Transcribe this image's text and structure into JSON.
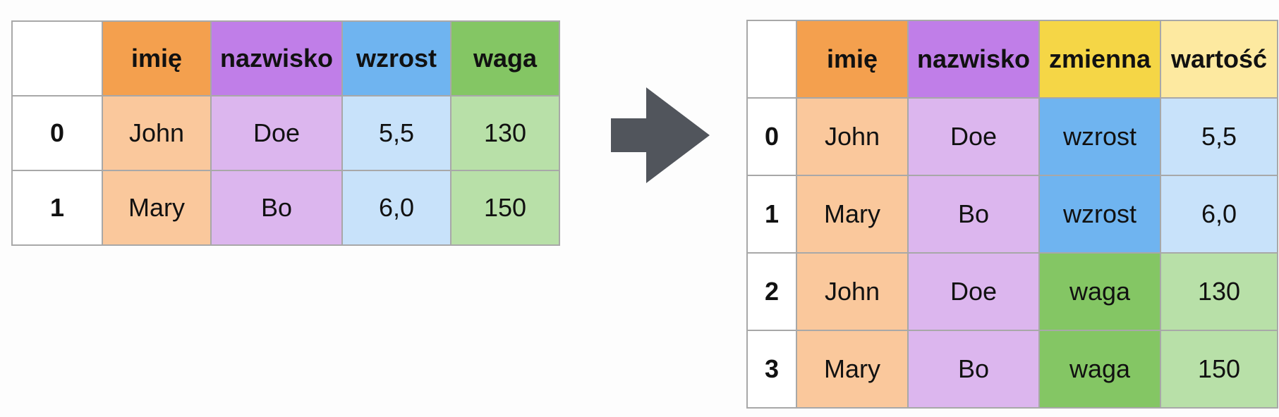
{
  "colors": {
    "orange_header": "#f4a04e",
    "orange_cell": "#fac89c",
    "purple_header": "#c07ee8",
    "purple_cell": "#dcb6ee",
    "blue_header": "#6fb4f0",
    "blue_cell": "#c8e2fa",
    "green_header": "#84c664",
    "green_cell": "#b8e0a8",
    "yellow_header": "#f5d646",
    "yellow_light_header": "#fde9a0",
    "arrow": "#51555c"
  },
  "left_table": {
    "headers": [
      "",
      "imię",
      "nazwisko",
      "wzrost",
      "waga"
    ],
    "rows": [
      {
        "index": "0",
        "cells": [
          "John",
          "Doe",
          "5,5",
          "130"
        ]
      },
      {
        "index": "1",
        "cells": [
          "Mary",
          "Bo",
          "6,0",
          "150"
        ]
      }
    ]
  },
  "right_table": {
    "headers": [
      "",
      "imię",
      "nazwisko",
      "zmienna",
      "wartość"
    ],
    "rows": [
      {
        "index": "0",
        "cells": [
          "John",
          "Doe",
          "wzrost",
          "5,5"
        ]
      },
      {
        "index": "1",
        "cells": [
          "Mary",
          "Bo",
          "wzrost",
          "6,0"
        ]
      },
      {
        "index": "2",
        "cells": [
          "John",
          "Doe",
          "waga",
          "130"
        ]
      },
      {
        "index": "3",
        "cells": [
          "Mary",
          "Bo",
          "waga",
          "150"
        ]
      }
    ]
  },
  "arrow": {
    "icon": "right-arrow-icon"
  }
}
